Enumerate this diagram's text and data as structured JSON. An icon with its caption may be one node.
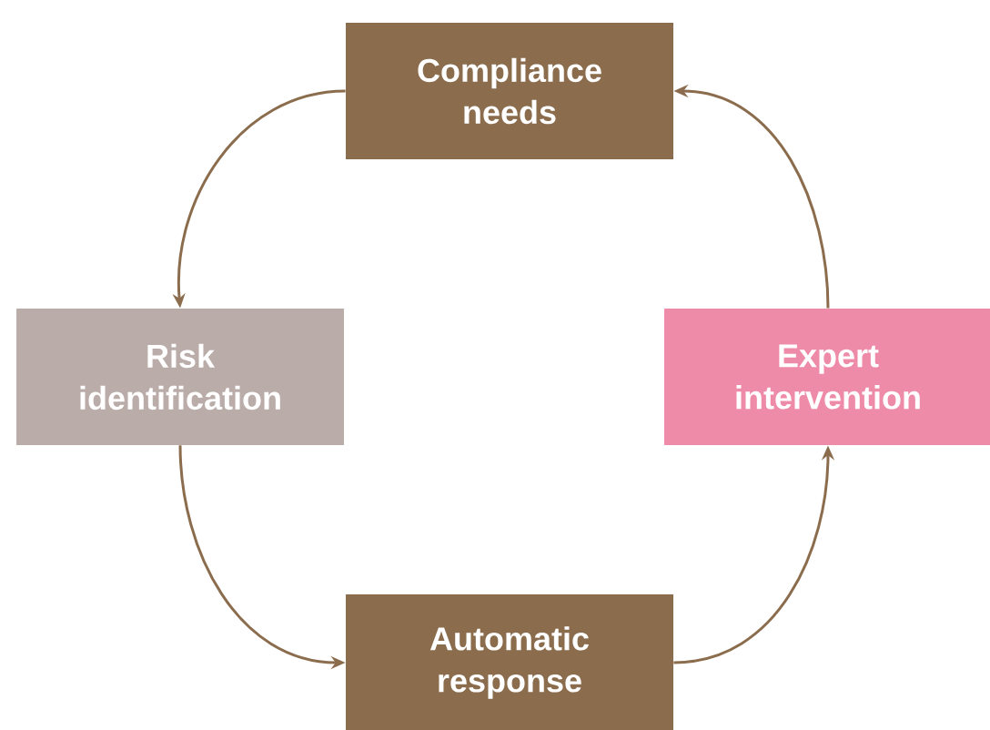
{
  "diagram": {
    "nodes": [
      {
        "text": [
          "Compliance needs"
        ]
      },
      {
        "text": [
          "Risk identification"
        ]
      },
      {
        "text": [
          "Expert intervention"
        ]
      },
      {
        "text": [
          "Automatic response"
        ]
      }
    ],
    "edges": [
      {
        "from": 0,
        "to": 1,
        "arrow": "to"
      },
      {
        "from": 1,
        "to": 3,
        "arrow": "to"
      },
      {
        "from": 3,
        "to": 2,
        "arrow": "to"
      },
      {
        "from": 2,
        "to": 0,
        "arrow": "to"
      }
    ]
  }
}
